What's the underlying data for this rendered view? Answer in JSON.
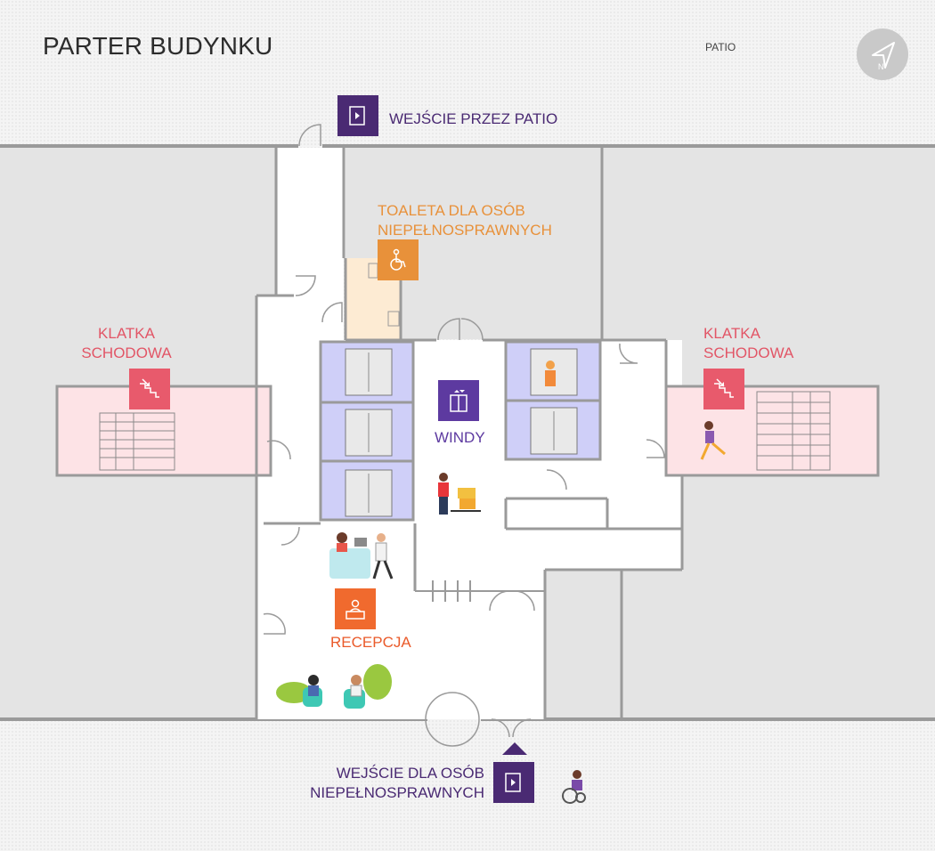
{
  "title": "PARTER BUDYNKU",
  "patio_label": "PATIO",
  "entrance_patio": "WEJŚCIE PRZEZ PATIO",
  "accessible_toilet": {
    "line1": "TOALETA DLA OSÓB",
    "line2": "NIEPEŁNOSPRAWNYCH"
  },
  "stairs_left": {
    "line1": "KLATKA",
    "line2": "SCHODOWA"
  },
  "stairs_right": {
    "line1": "KLATKA",
    "line2": "SCHODOWA"
  },
  "elevators": "WINDY",
  "reception": "RECEPCJA",
  "entrance_accessible": {
    "line1": "WEJŚCIE DLA OSÓB",
    "line2": "NIEPEŁNOSPRAWNYCH"
  },
  "colors": {
    "entrance": "#4a2a73",
    "toilet": "#e8913a",
    "stairs": "#e85a6c",
    "elevators": "#5d3aa0",
    "reception": "#f06a2e",
    "stairs_fill": "#fde3e6",
    "elevator_fill": "#cfcff8",
    "toilet_fill": "#fdebd3",
    "room_fill": "#e4e4e4"
  },
  "icons": [
    "compass-arrow-icon",
    "door-exit-icon",
    "wheelchair-icon",
    "stairs-down-icon",
    "elevator-icon",
    "reception-desk-icon"
  ]
}
